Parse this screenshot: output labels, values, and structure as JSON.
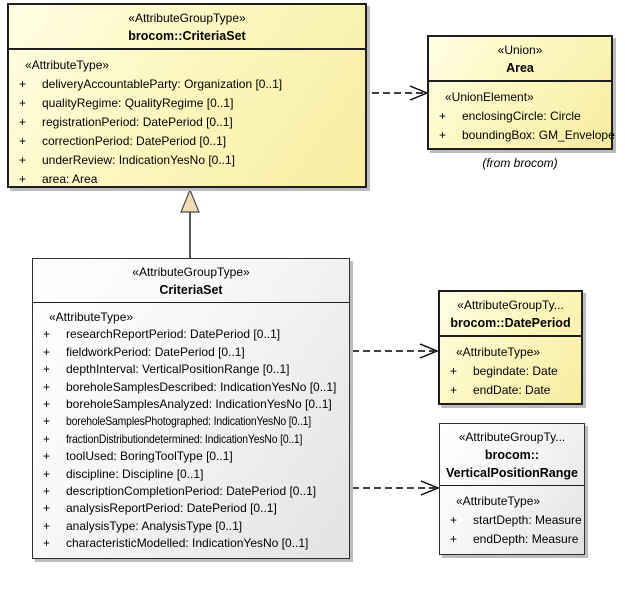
{
  "diagram": {
    "classes": {
      "brocom_criteria_set": {
        "stereotype": "«AttributeGroupType»",
        "name": "brocom::CriteriaSet",
        "section": "«AttributeType»",
        "attributes": [
          {
            "vis": "+",
            "text": "deliveryAccountableParty: Organization [0..1]"
          },
          {
            "vis": "+",
            "text": "qualityRegime: QualityRegime [0..1]"
          },
          {
            "vis": "+",
            "text": "registrationPeriod: DatePeriod [0..1]"
          },
          {
            "vis": "+",
            "text": "correctionPeriod: DatePeriod [0..1]"
          },
          {
            "vis": "+",
            "text": "underReview: IndicationYesNo [0..1]"
          },
          {
            "vis": "+",
            "text": "area: Area"
          }
        ]
      },
      "area": {
        "stereotype": "«Union»",
        "name": "Area",
        "section": "«UnionElement»",
        "attributes": [
          {
            "vis": "+",
            "text": "enclosingCircle: Circle"
          },
          {
            "vis": "+",
            "text": "boundingBox: GM_Envelope"
          }
        ],
        "caption": "(from brocom)"
      },
      "criteria_set": {
        "stereotype": "«AttributeGroupType»",
        "name": "CriteriaSet",
        "section": "«AttributeType»",
        "attributes": [
          {
            "vis": "+",
            "text": "researchReportPeriod: DatePeriod [0..1]"
          },
          {
            "vis": "+",
            "text": "fieldworkPeriod: DatePeriod [0..1]"
          },
          {
            "vis": "+",
            "text": "depthInterval: VerticalPositionRange [0..1]"
          },
          {
            "vis": "+",
            "text": "boreholeSamplesDescribed: IndicationYesNo [0..1]"
          },
          {
            "vis": "+",
            "text": "boreholeSamplesAnalyzed: IndicationYesNo [0..1]"
          },
          {
            "vis": "+",
            "text": "boreholeSamplesPhotographed: IndicationYesNo [0..1]",
            "condensed": true
          },
          {
            "vis": "+",
            "text": "fractionDistributiondetermined: IndicationYesNo [0..1]",
            "condensed": true
          },
          {
            "vis": "+",
            "text": "toolUsed: BoringToolType [0..1]"
          },
          {
            "vis": "+",
            "text": "discipline: Discipline [0..1]"
          },
          {
            "vis": "+",
            "text": "descriptionCompletionPeriod: DatePeriod [0..1]"
          },
          {
            "vis": "+",
            "text": "analysisReportPeriod: DatePeriod [0..1]"
          },
          {
            "vis": "+",
            "text": "analysisType: AnalysisType [0..1]"
          },
          {
            "vis": "+",
            "text": "characteristicModelled: IndicationYesNo [0..1]"
          }
        ]
      },
      "date_period": {
        "stereotype": "«AttributeGroupTy...",
        "name": "brocom::DatePeriod",
        "section": "«AttributeType»",
        "attributes": [
          {
            "vis": "+",
            "text": "begindate: Date"
          },
          {
            "vis": "+",
            "text": "endDate: Date"
          }
        ]
      },
      "vertical_position_range": {
        "stereotype": "«AttributeGroupTy...",
        "name_line1": "brocom::",
        "name_line2": "VerticalPositionRange",
        "section": "«AttributeType»",
        "attributes": [
          {
            "vis": "+",
            "text": "startDepth: Measure"
          },
          {
            "vis": "+",
            "text": "endDepth: Measure"
          }
        ]
      }
    },
    "colors": {
      "class_fill_yellow": "#F9F1A8",
      "class_fill_gray": "#EFEFEF",
      "border": "#1E1E1E",
      "shadow": "#BCBCBC",
      "generalization_triangle_fill": "#F2DCB3",
      "connector": "#000000"
    }
  }
}
